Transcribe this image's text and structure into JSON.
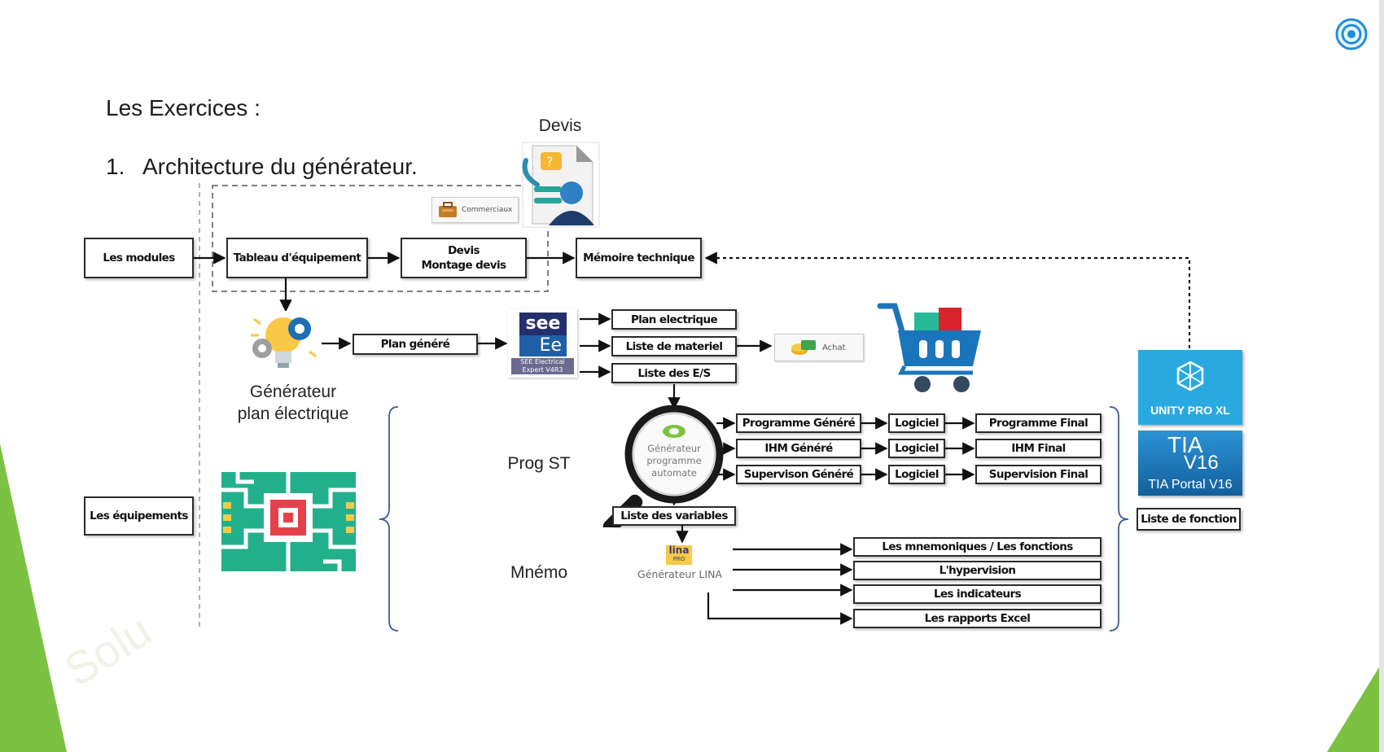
{
  "slide": {
    "heading": "Les Exercices :",
    "item_number": "1.",
    "item_text": "Architecture du générateur."
  },
  "labels": {
    "devis": "Devis",
    "generateur_plan_l1": "Générateur",
    "generateur_plan_l2": "plan électrique",
    "prog_st": "Prog ST",
    "mnemo": "Mnémo",
    "gen_prog_l1": "Générateur",
    "gen_prog_l2": "programme",
    "gen_prog_l3": "automate",
    "gen_lina": "Générateur LINA",
    "commerciaux": "Commerciaux",
    "achat": "Achat",
    "see_logo": "see",
    "ee_logo": "Ee",
    "see_caption": "SEE Electrical Expert V4R3",
    "lina_logo": "lina",
    "lina_sub": "PRO",
    "unity": "UNITY PRO XL",
    "tia_logo": "TIA",
    "tia_version": "V16",
    "tia_caption": "TIA Portal V16",
    "watermark": "Solu"
  },
  "boxes": {
    "les_modules": "Les modules",
    "tableau": "Tableau d'équipement",
    "devis_l1": "Devis",
    "devis_l2": "Montage devis",
    "memoire": "Mémoire technique",
    "plan_genere": "Plan généré",
    "plan_electrique": "Plan electrique",
    "liste_materiel": "Liste de materiel",
    "liste_es": "Liste des E/S",
    "prog_genere": "Programme Généré",
    "ihm_genere": "IHM Généré",
    "superv_genere": "Supervison Généré",
    "logiciel_1": "Logiciel",
    "logiciel_2": "Logiciel",
    "logiciel_3": "Logiciel",
    "prog_final": "Programme Final",
    "ihm_final": "IHM Final",
    "superv_final": "Supervision Final",
    "liste_variables": "Liste des variables",
    "mnemoniques": "Les mnemoniques / Les fonctions",
    "hypervision": "L'hypervision",
    "indicateurs": "Les indicateurs",
    "rapports": "Les rapports Excel",
    "les_equipements": "Les équipements",
    "liste_fonction": "Liste de fonction"
  },
  "colors": {
    "accent_green": "#7cc242",
    "nav_blue": "#1e90d6",
    "unity_blue": "#29a9e0",
    "tia_blue": "#1a7fc1",
    "cart_blue": "#1b75bb",
    "bracket_blue": "#3d5a99",
    "chip_green": "#22b08c"
  },
  "icons": {
    "nav": "target-circle-icon",
    "devis": "call-center-document-icon",
    "generator": "lightbulb-gear-icon",
    "cart": "shopping-cart-icon",
    "magnifier": "magnifying-glass-icon",
    "chip": "circuit-chip-icon"
  }
}
